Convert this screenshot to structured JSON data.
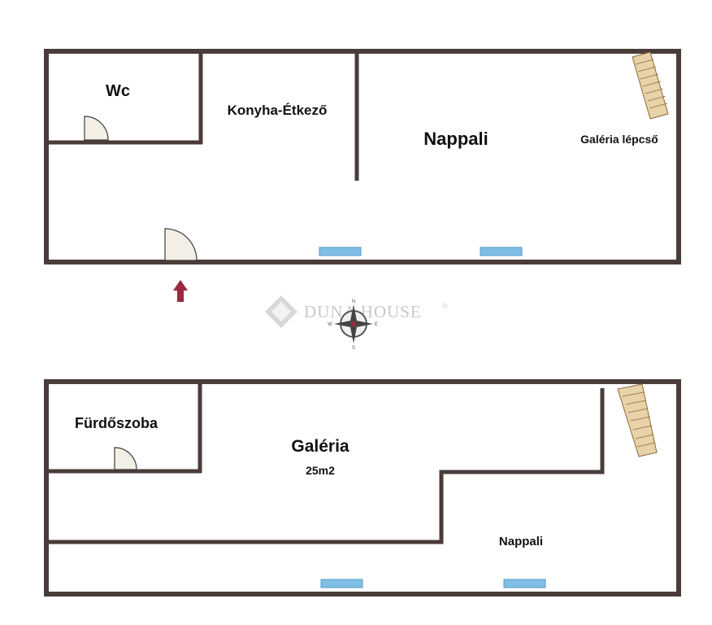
{
  "floor1": {
    "rooms": {
      "wc": "Wc",
      "kitchen": "Konyha-Étkező",
      "living": "Nappali",
      "stairs": "Galéria lépcső"
    }
  },
  "floor2": {
    "rooms": {
      "bathroom": "Fürdőszoba",
      "gallery": "Galéria",
      "gallery_area": "25m2",
      "living": "Nappali"
    }
  },
  "watermark": {
    "brand": "DUNA HOUSE",
    "registered_mark": "®"
  },
  "compass": {
    "north": "N",
    "south": "S",
    "east": "E",
    "west": "W"
  },
  "colors": {
    "wall": "#4a3c39",
    "window": "#7fbfe6",
    "entrance_arrow": "#9b2740",
    "stairs": "#e8d2a8"
  },
  "icons": [
    "entrance-arrow-icon",
    "compass-icon",
    "duna-house-logo-icon",
    "door-icon",
    "stairs-icon"
  ]
}
